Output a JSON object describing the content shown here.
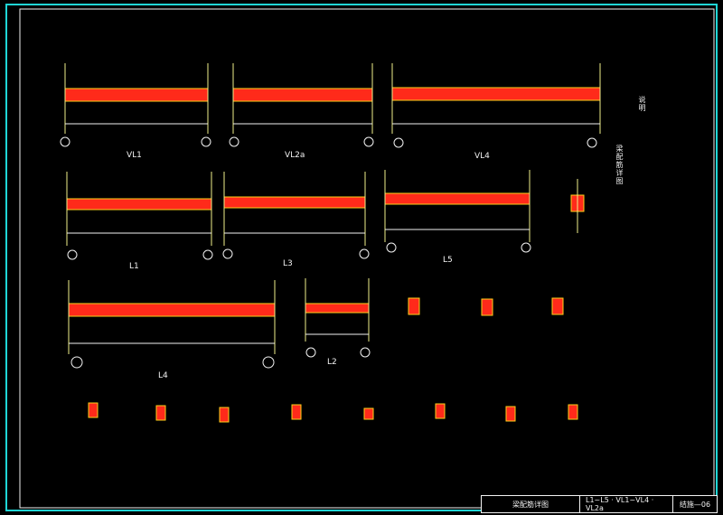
{
  "labels": {
    "vl1": "VL1",
    "vl2": "VL2a",
    "vl4": "VL4",
    "l1": "L1",
    "l3": "L3",
    "l5": "L5",
    "l4": "L4",
    "l2": "L2"
  },
  "title_block": {
    "left": "梁配筋详图",
    "middle": "L1~L5 · VL1~VL4 · VL2a",
    "right": "结施—06"
  },
  "side_note": {
    "right_top": "说明",
    "right_mid": "梁配筋详图"
  },
  "colors": {
    "background": "#000000",
    "frame": "#1fd6d6",
    "beam": "#ff2a1a",
    "beam_edge": "#ffd21a",
    "dimension": "#f2f2f2",
    "grid": "#f1ef8a",
    "tag": "#27ff27"
  }
}
